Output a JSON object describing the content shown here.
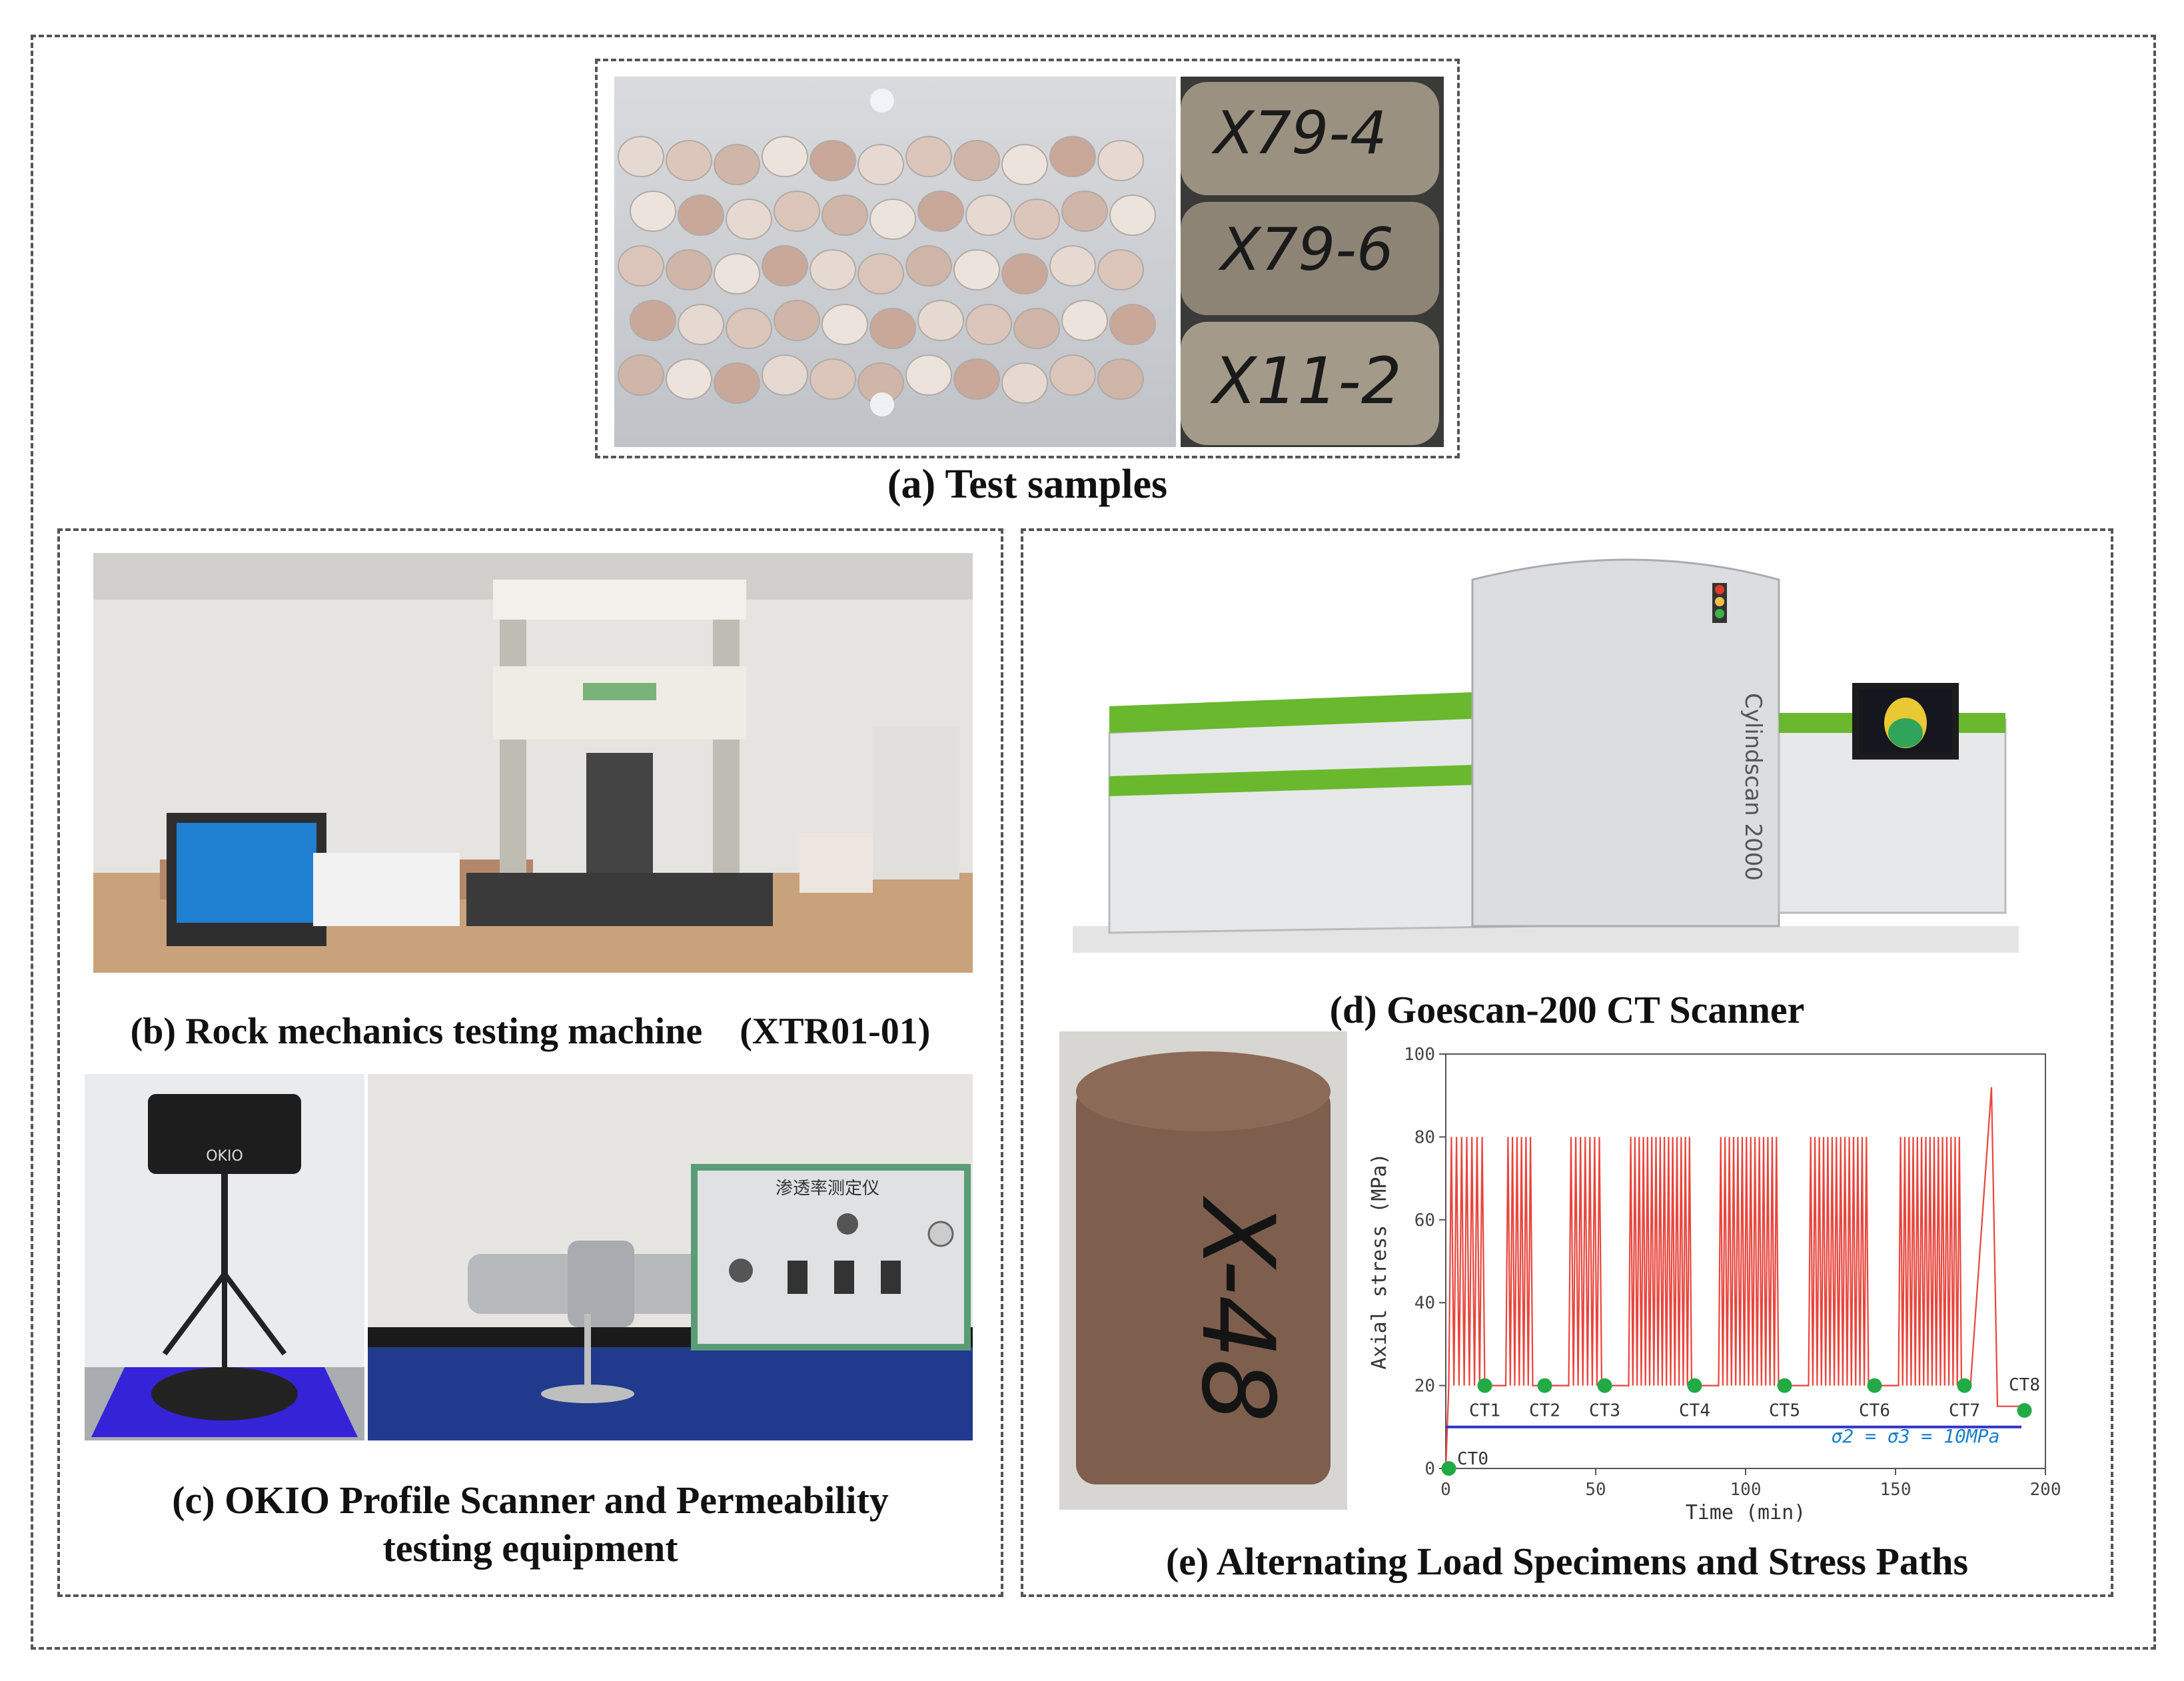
{
  "panel_a": {
    "caption": "(a) Test samples",
    "sample_labels": [
      "X79-4",
      "X79-6",
      "X11-2"
    ]
  },
  "panel_b": {
    "caption": "(b) Rock mechanics testing machine　(XTR01-01)"
  },
  "panel_c": {
    "caption_line1": "(c) OKIO Profile Scanner and Permeability",
    "caption_line2": "testing equipment",
    "device_panel_label": "渗透率测定仪",
    "device_brand": "OKIO"
  },
  "panel_d": {
    "caption": "(d) Goescan-200 CT Scanner",
    "scanner_text": "Cylindscan 2000"
  },
  "panel_e": {
    "caption": "(e) Alternating Load Specimens and Stress Paths",
    "specimen_label": "X-48"
  },
  "chart_data": {
    "type": "line",
    "xlabel": "Time (min)",
    "ylabel": "Axial stress (MPa)",
    "xlim": [
      0,
      200
    ],
    "ylim": [
      0,
      100
    ],
    "xticks": [
      0,
      50,
      100,
      150,
      200
    ],
    "yticks": [
      0,
      20,
      40,
      60,
      80,
      100
    ],
    "series": [
      {
        "color": "#e8453c",
        "cycle_min": 20,
        "cycle_max": 80,
        "cycle_blocks": [
          {
            "start": 1,
            "end": 13,
            "cycles": 7
          },
          {
            "start": 20,
            "end": 29,
            "cycles": 6
          },
          {
            "start": 41,
            "end": 52,
            "cycles": 7
          },
          {
            "start": 61,
            "end": 82,
            "cycles": 15
          },
          {
            "start": 91,
            "end": 111,
            "cycles": 14
          },
          {
            "start": 121,
            "end": 141,
            "cycles": 14
          },
          {
            "start": 151,
            "end": 172,
            "cycles": 15
          }
        ],
        "final_ramp": {
          "start": 175,
          "peak_time": 182,
          "peak": 92,
          "end_time": 184,
          "end": 15
        }
      },
      {
        "color": "#3333cc",
        "y": 10,
        "x_range": [
          0,
          192
        ]
      }
    ],
    "ct_points": [
      {
        "name": "CT0",
        "x": 1,
        "y": 0
      },
      {
        "name": "CT1",
        "x": 13,
        "y": 20
      },
      {
        "name": "CT2",
        "x": 33,
        "y": 20
      },
      {
        "name": "CT3",
        "x": 53,
        "y": 20
      },
      {
        "name": "CT4",
        "x": 83,
        "y": 20
      },
      {
        "name": "CT5",
        "x": 113,
        "y": 20
      },
      {
        "name": "CT6",
        "x": 143,
        "y": 20
      },
      {
        "name": "CT7",
        "x": 173,
        "y": 20
      },
      {
        "name": "CT8",
        "x": 193,
        "y": 14
      }
    ],
    "annotation": "σ2 = σ3 = 10MPa",
    "colors": {
      "cycles": "#e8453c",
      "confining": "#3333cc",
      "ct_marker": "#22aa44",
      "annotation": "#1a7fc8"
    }
  }
}
